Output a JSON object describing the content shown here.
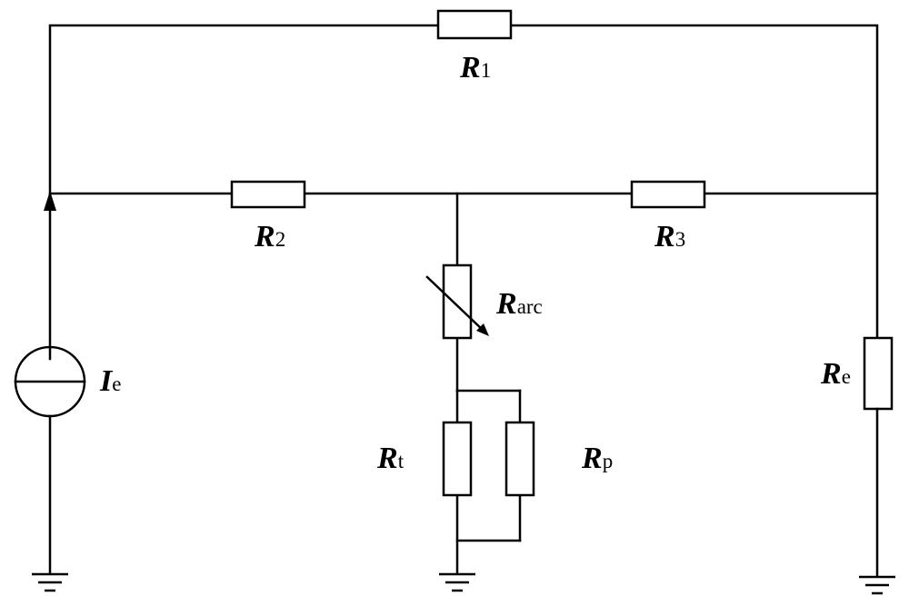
{
  "labels": {
    "r1": {
      "main": "R",
      "sub": "1"
    },
    "r2": {
      "main": "R",
      "sub": "2"
    },
    "r3": {
      "main": "R",
      "sub": "3"
    },
    "rarc": {
      "main": "R",
      "sub": "arc"
    },
    "ie": {
      "main": "I",
      "sub": "e"
    },
    "re": {
      "main": "R",
      "sub": "e"
    },
    "rt": {
      "main": "R",
      "sub": "t"
    },
    "rp": {
      "main": "R",
      "sub": "p"
    }
  },
  "colors": {
    "stroke": "#000000",
    "background": "#ffffff"
  }
}
